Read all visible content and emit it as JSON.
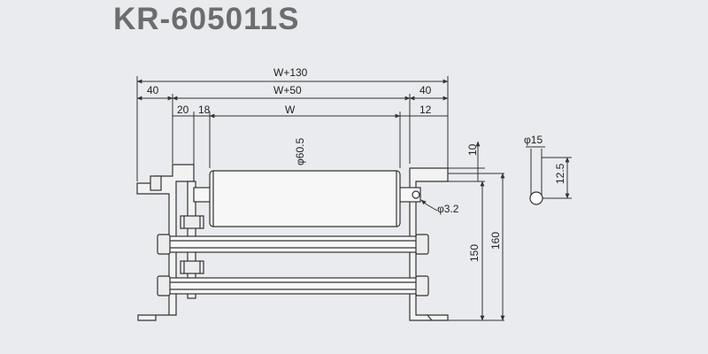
{
  "title": "KR-605011S",
  "dims": {
    "w130": "W+130",
    "w50": "W+50",
    "w": "W",
    "left40": "40",
    "right40": "40",
    "d20": "20",
    "d18": "18",
    "d12": "12",
    "phi605": "φ60.5",
    "d10": "10",
    "d150": "150",
    "d160": "160",
    "phi32": "φ3.2",
    "phi15": "φ15",
    "d125": "12.5"
  },
  "colors": {
    "line": "#333333",
    "roller": "#f7f7f7",
    "background": "#e9ebee",
    "title": "#6d6d6d"
  }
}
